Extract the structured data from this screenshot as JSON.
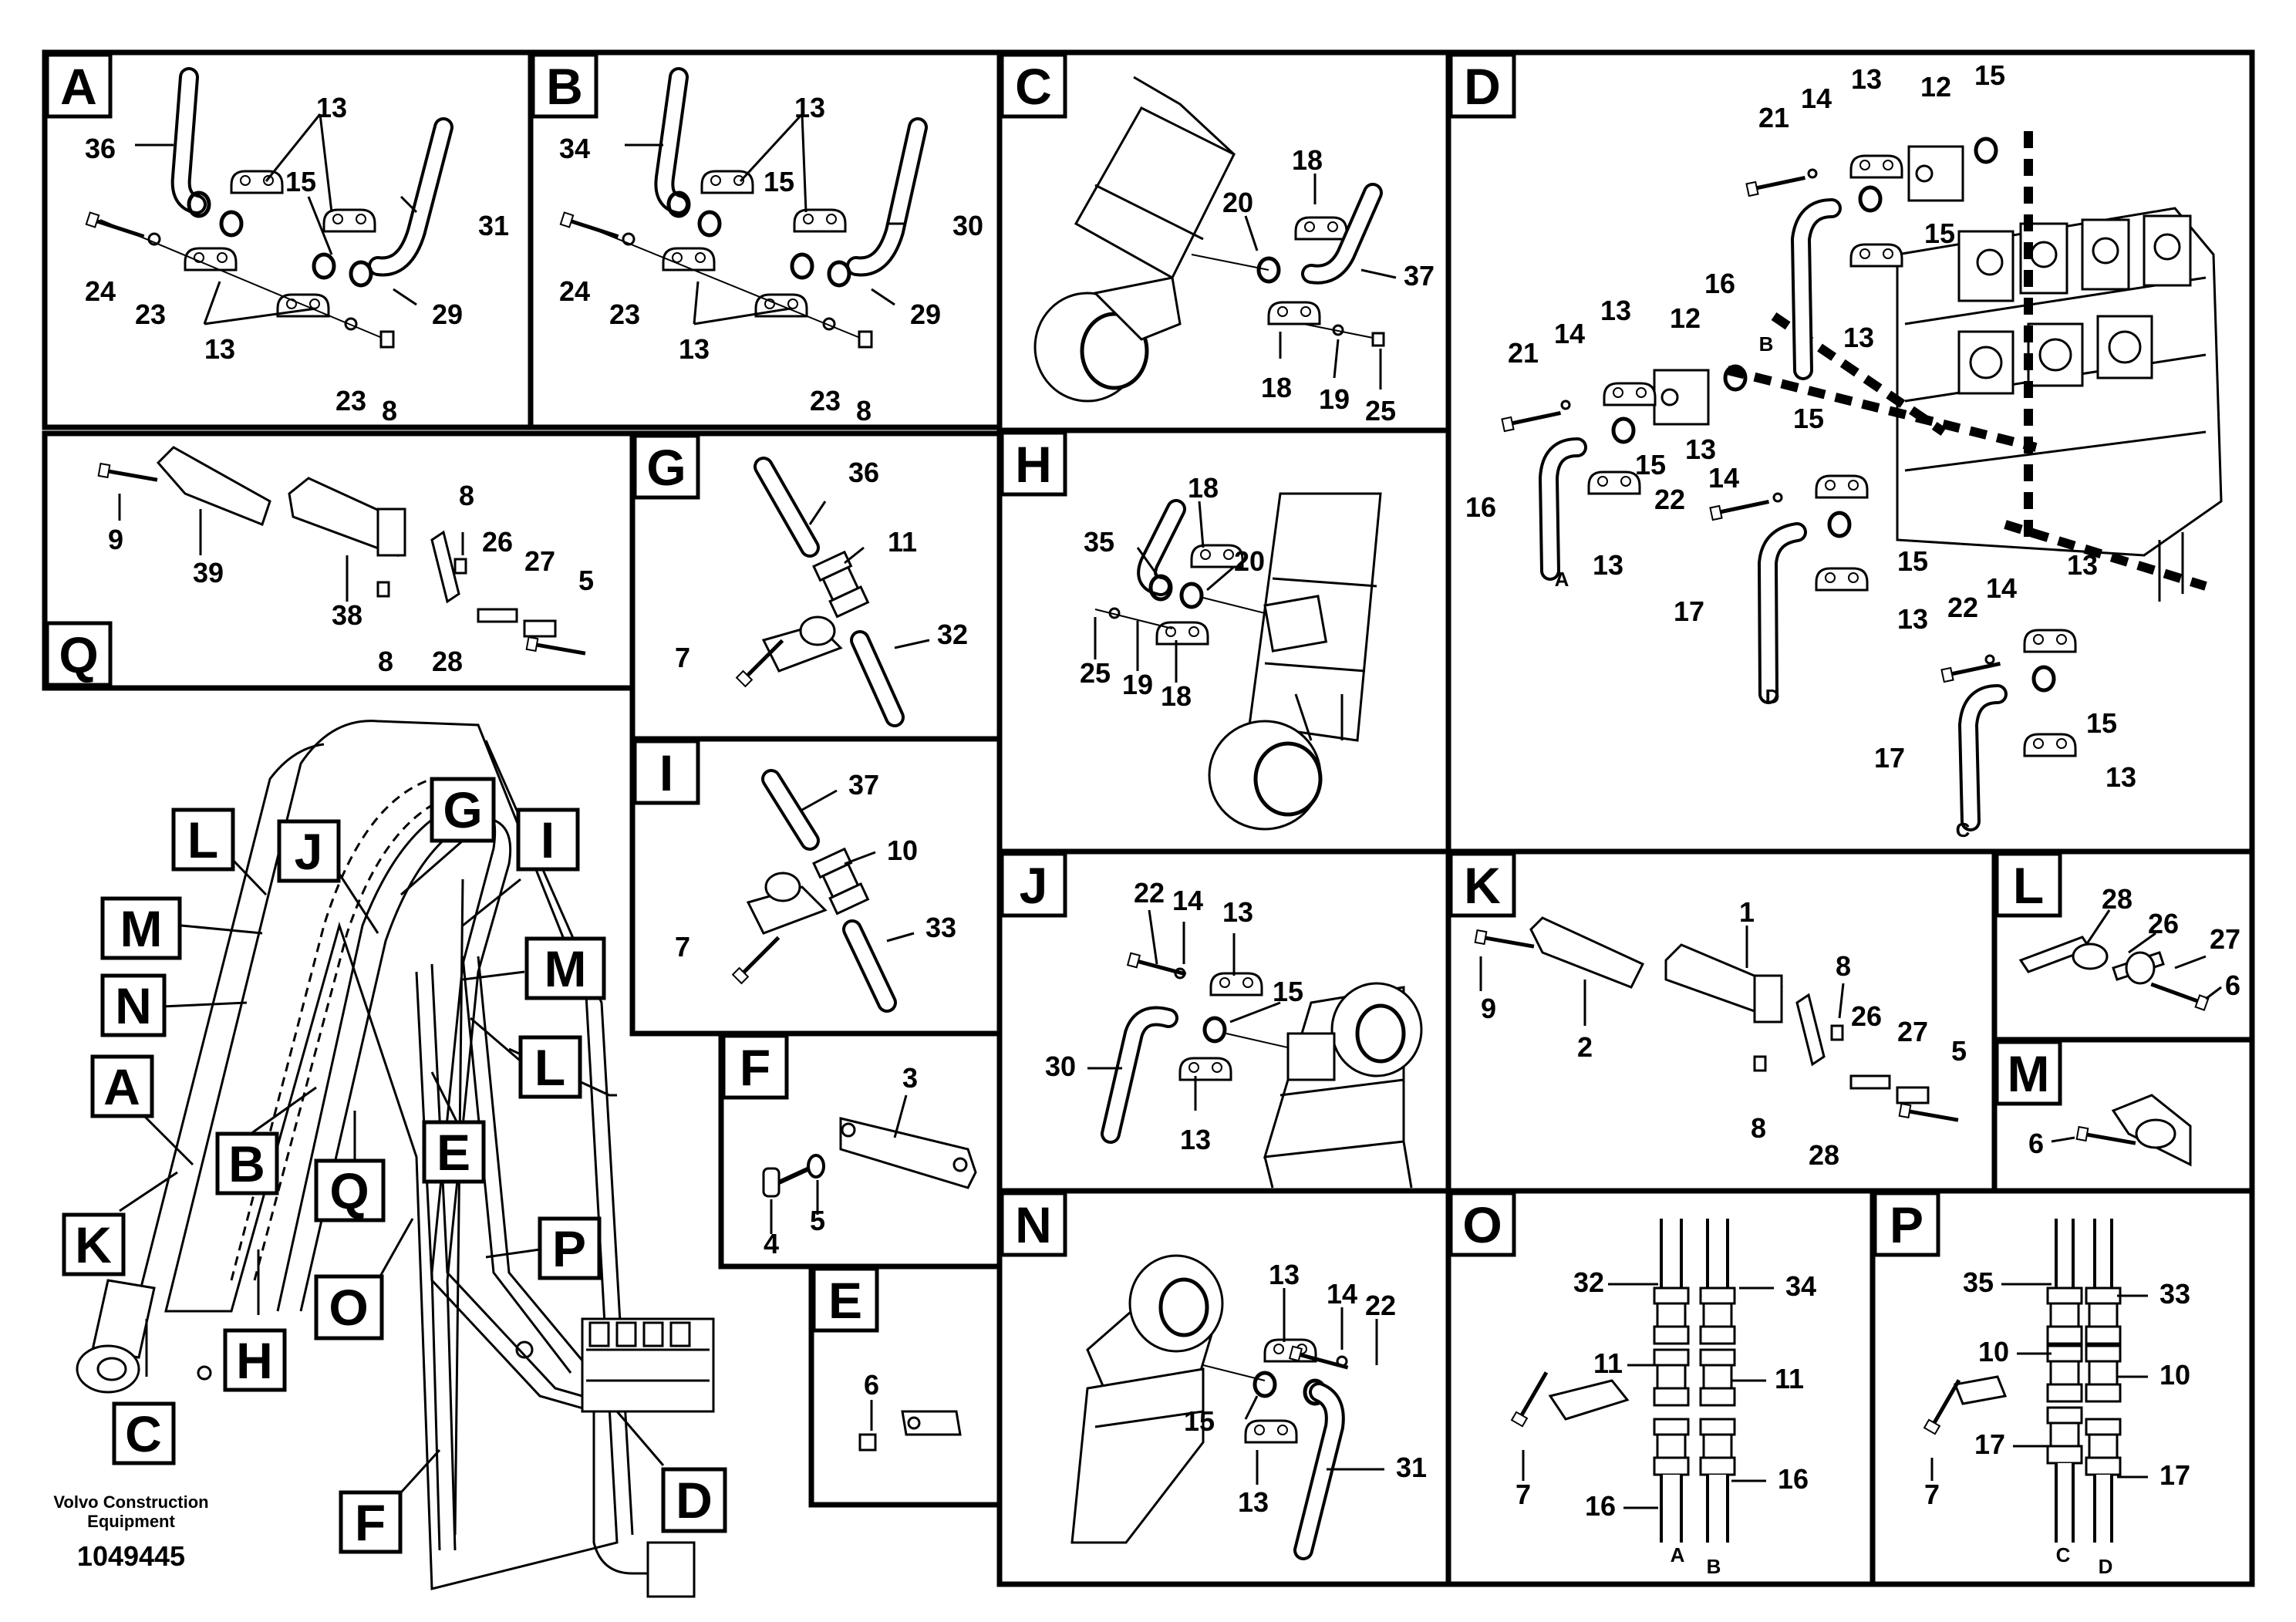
{
  "caption": {
    "brand_line1": "Volvo Construction",
    "brand_line2": "Equipment",
    "drawing_number": "1049445"
  },
  "panels": {
    "A": {
      "tag": "A",
      "callouts": [
        "13",
        "36",
        "15",
        "31",
        "24",
        "23",
        "29",
        "13",
        "23",
        "8"
      ]
    },
    "B": {
      "tag": "B",
      "callouts": [
        "13",
        "34",
        "15",
        "30",
        "24",
        "23",
        "29",
        "13",
        "23",
        "8"
      ]
    },
    "C": {
      "tag": "C",
      "callouts": [
        "18",
        "20",
        "37",
        "18",
        "19",
        "25"
      ]
    },
    "D": {
      "tag": "D",
      "callouts": [
        "21",
        "14",
        "13",
        "12",
        "15",
        "15",
        "16",
        "13",
        "21",
        "14",
        "13",
        "12",
        "15",
        "15",
        "13",
        "22",
        "14",
        "16",
        "13",
        "15",
        "17",
        "13",
        "22",
        "14",
        "13",
        "15",
        "17",
        "13"
      ],
      "letters": [
        "B",
        "A",
        "D",
        "C"
      ]
    },
    "Q": {
      "tag": "Q",
      "callouts": [
        "8",
        "9",
        "39",
        "26",
        "27",
        "38",
        "5",
        "8",
        "28"
      ]
    },
    "G": {
      "tag": "G",
      "callouts": [
        "36",
        "11",
        "32",
        "7"
      ]
    },
    "H": {
      "tag": "H",
      "callouts": [
        "18",
        "35",
        "20",
        "25",
        "19",
        "18"
      ]
    },
    "I": {
      "tag": "I",
      "callouts": [
        "37",
        "10",
        "33",
        "7"
      ]
    },
    "J": {
      "tag": "J",
      "callouts": [
        "22",
        "14",
        "13",
        "15",
        "30",
        "13"
      ]
    },
    "K": {
      "tag": "K",
      "callouts": [
        "1",
        "9",
        "2",
        "8",
        "26",
        "27",
        "5",
        "8",
        "28"
      ]
    },
    "L": {
      "tag": "L",
      "callouts": [
        "28",
        "26",
        "27",
        "6"
      ]
    },
    "M": {
      "tag": "M",
      "callouts": [
        "6"
      ]
    },
    "F": {
      "tag": "F",
      "callouts": [
        "3",
        "5",
        "4"
      ]
    },
    "E": {
      "tag": "E",
      "callouts": [
        "6"
      ]
    },
    "N": {
      "tag": "N",
      "callouts": [
        "13",
        "14",
        "22",
        "15",
        "13",
        "31"
      ]
    },
    "O": {
      "tag": "O",
      "callouts": [
        "32",
        "34",
        "11",
        "11",
        "7",
        "16",
        "16"
      ],
      "letters": [
        "A",
        "B"
      ]
    },
    "P": {
      "tag": "P",
      "callouts": [
        "35",
        "33",
        "10",
        "10",
        "17",
        "17",
        "7"
      ],
      "letters": [
        "C",
        "D"
      ]
    }
  },
  "overview_tags": [
    "L",
    "J",
    "G",
    "I",
    "M",
    "N",
    "M",
    "A",
    "L",
    "B",
    "E",
    "Q",
    "K",
    "O",
    "P",
    "H",
    "C",
    "F",
    "D"
  ]
}
